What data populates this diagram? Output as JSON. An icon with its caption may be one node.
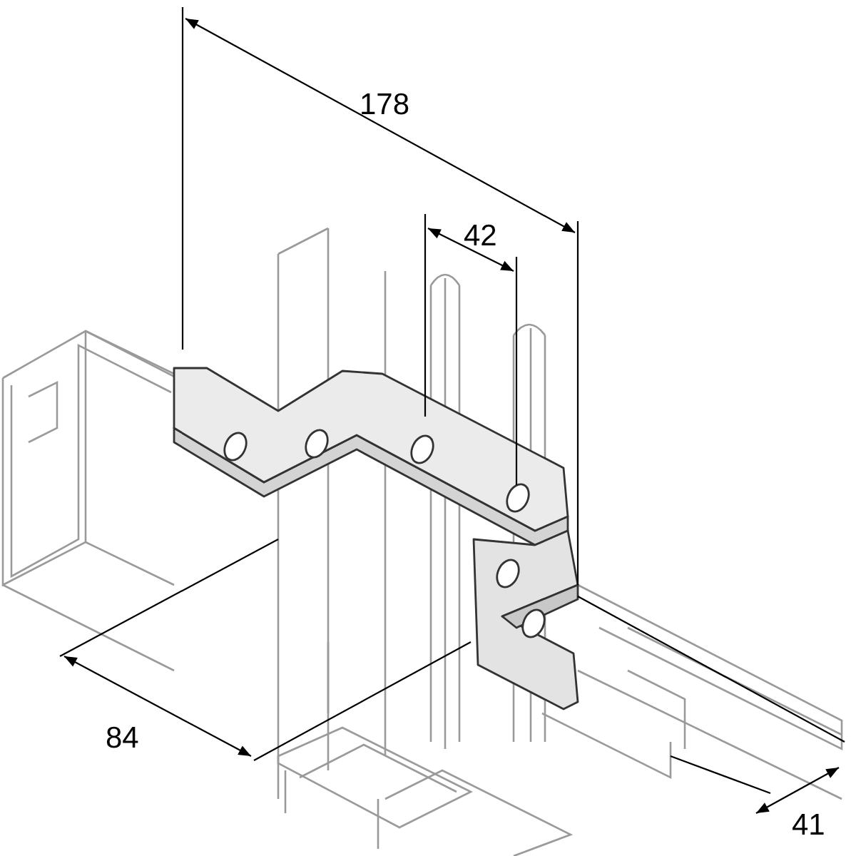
{
  "diagram": {
    "labels": [
      "178",
      "42",
      "84",
      "41"
    ]
  }
}
